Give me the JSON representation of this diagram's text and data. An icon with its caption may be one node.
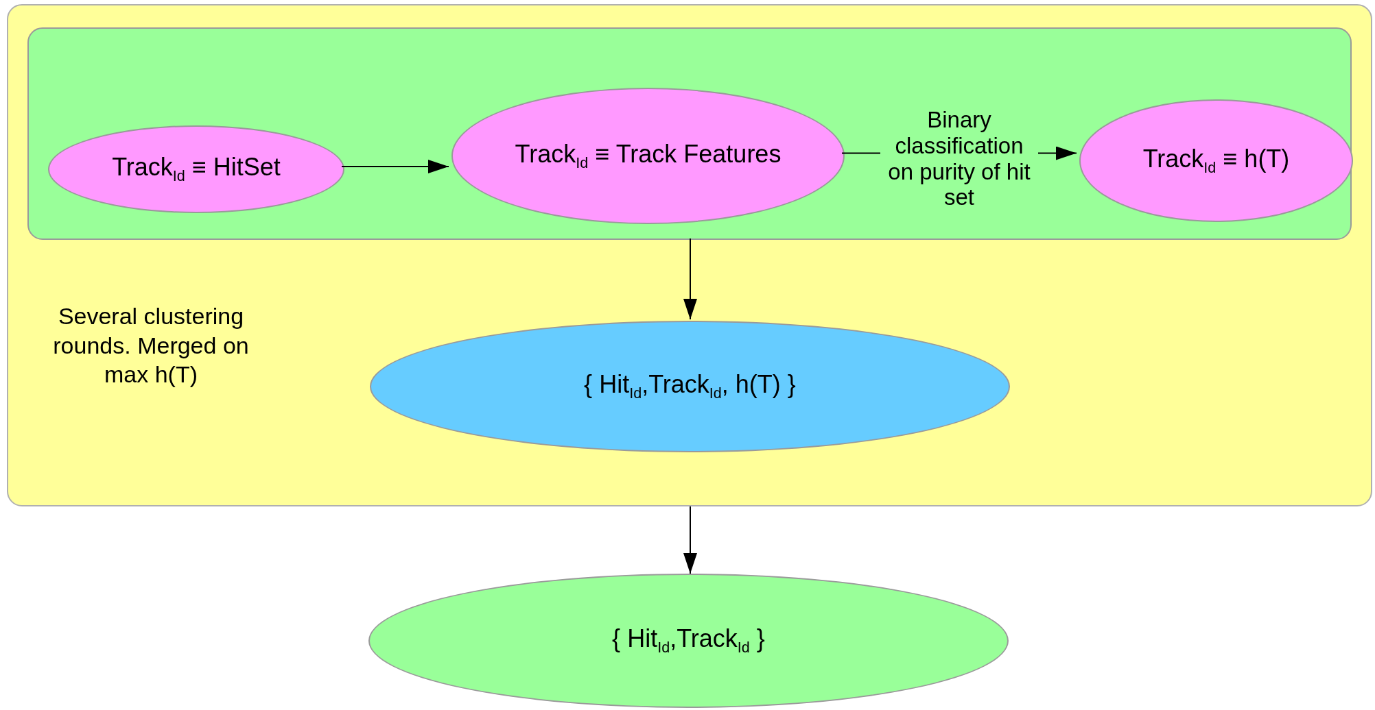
{
  "diagram": {
    "nodes": [
      {
        "text": [],
        "shape": "box"
      },
      {
        "text": [],
        "shape": "box",
        "in": 0
      },
      {
        "text": [
          "Track$_{Id}$ ≡ HitSet"
        ],
        "in": 1
      },
      {
        "text": [
          "Track$_{Id}$ ≡ Track Features"
        ],
        "in": 1
      },
      {
        "text": [
          "Track$_{Id}$ ≡ h(T)"
        ],
        "in": 1
      },
      {
        "text": [
          "{ Hit$_{Id}$,Track$_{Id}$, h(T) }"
        ],
        "in": 0
      },
      {
        "text": [
          "{ Hit$_{Id}$,Track$_{Id}$ }"
        ]
      }
    ],
    "edges": [
      {
        "from": 2,
        "to": 3,
        "arrow": "to"
      },
      {
        "from": 3,
        "to": 4,
        "arrow": "to",
        "label": "Binary classification on purity of hit set"
      },
      {
        "from": 1,
        "to": 5,
        "arrow": "to"
      },
      {
        "from": 0,
        "to": 6,
        "arrow": "to"
      }
    ],
    "labels": [
      "Several clustering rounds. Merged on max h(T)"
    ]
  }
}
